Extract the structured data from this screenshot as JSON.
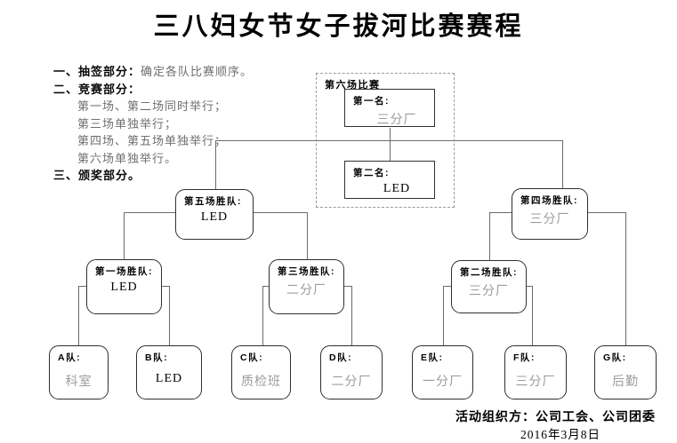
{
  "title": "三八妇女节女子拔河比赛赛程",
  "notes": {
    "item1_label": "一、抽签部分：",
    "item1_text": "确定各队比赛顺序。",
    "item2_label": "二、竞赛部分：",
    "schedule": [
      "第一场、第二场同时举行；",
      "第三场单独举行；",
      "第四场、第五场单独举行；",
      "第六场单独举行。"
    ],
    "item3_label": "三、颁奖部分。"
  },
  "final_group": {
    "label": "第六场比赛",
    "first_label": "第一名:",
    "first_team": "三分厂",
    "second_label": "第二名:",
    "second_team": "LED"
  },
  "semifinal_left": {
    "label": "第五场胜队:",
    "team": "LED"
  },
  "semifinal_right": {
    "label": "第四场胜队:",
    "team": "三分厂"
  },
  "quarterfinal_1": {
    "label": "第一场胜队:",
    "team": "LED"
  },
  "quarterfinal_3": {
    "label": "第三场胜队:",
    "team": "二分厂"
  },
  "quarterfinal_2": {
    "label": "第二场胜队:",
    "team": "三分厂"
  },
  "teams": [
    {
      "label": "A队:",
      "name": "科室"
    },
    {
      "label": "B队:",
      "name": "LED"
    },
    {
      "label": "C队:",
      "name": "质检班"
    },
    {
      "label": "D队:",
      "name": "二分厂"
    },
    {
      "label": "E队:",
      "name": "一分厂"
    },
    {
      "label": "F队:",
      "name": "三分厂"
    },
    {
      "label": "G队:",
      "name": "后勤"
    }
  ],
  "footer": {
    "organizer_label": "活动组织方：",
    "organizer_names": "公司工会、公司团委",
    "date": "2016年3月8日"
  },
  "colors": {
    "muted_text": "#9c9c9c",
    "note_text": "#6f6f6f",
    "line": "#6b6b6b",
    "border": "#2f2f2f"
  }
}
